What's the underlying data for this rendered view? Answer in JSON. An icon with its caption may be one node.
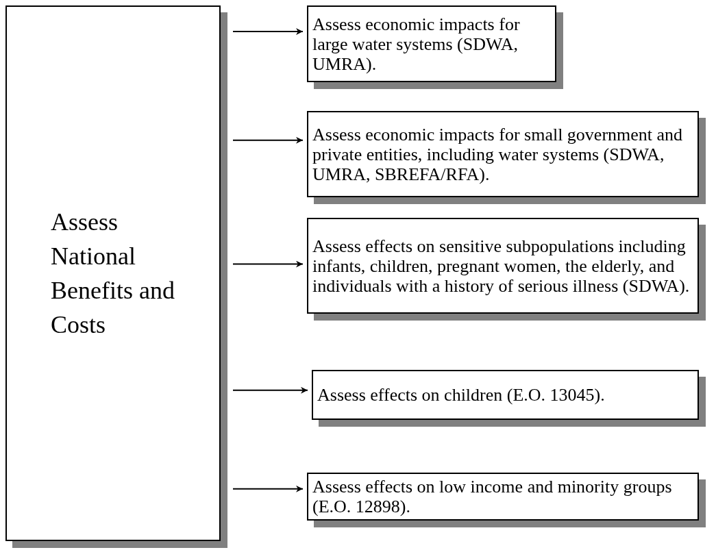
{
  "diagram": {
    "nodes": [
      {
        "text": [
          "Assess National Benefits and Costs"
        ]
      },
      {
        "text": [
          "Assess economic impacts for large water systems (SDWA, UMRA)."
        ]
      },
      {
        "text": [
          "Assess economic impacts for small government and private entities, including water systems (SDWA, UMRA, SBREFA/RFA)."
        ]
      },
      {
        "text": [
          "Assess effects on sensitive subpopulations including infants, children, pregnant women, the elderly, and individuals with a history of serious illness (SDWA)."
        ]
      },
      {
        "text": [
          "Assess effects on children (E.O. 13045)."
        ]
      },
      {
        "text": [
          "Assess effects on low income and minority groups (E.O. 12898)."
        ]
      }
    ],
    "edges": [
      {
        "from": 0,
        "to": 1,
        "arrow": "to"
      },
      {
        "from": 0,
        "to": 2,
        "arrow": "to"
      },
      {
        "from": 0,
        "to": 3,
        "arrow": "to"
      },
      {
        "from": 0,
        "to": 4,
        "arrow": "to"
      },
      {
        "from": 0,
        "to": 5,
        "arrow": "to"
      }
    ]
  }
}
